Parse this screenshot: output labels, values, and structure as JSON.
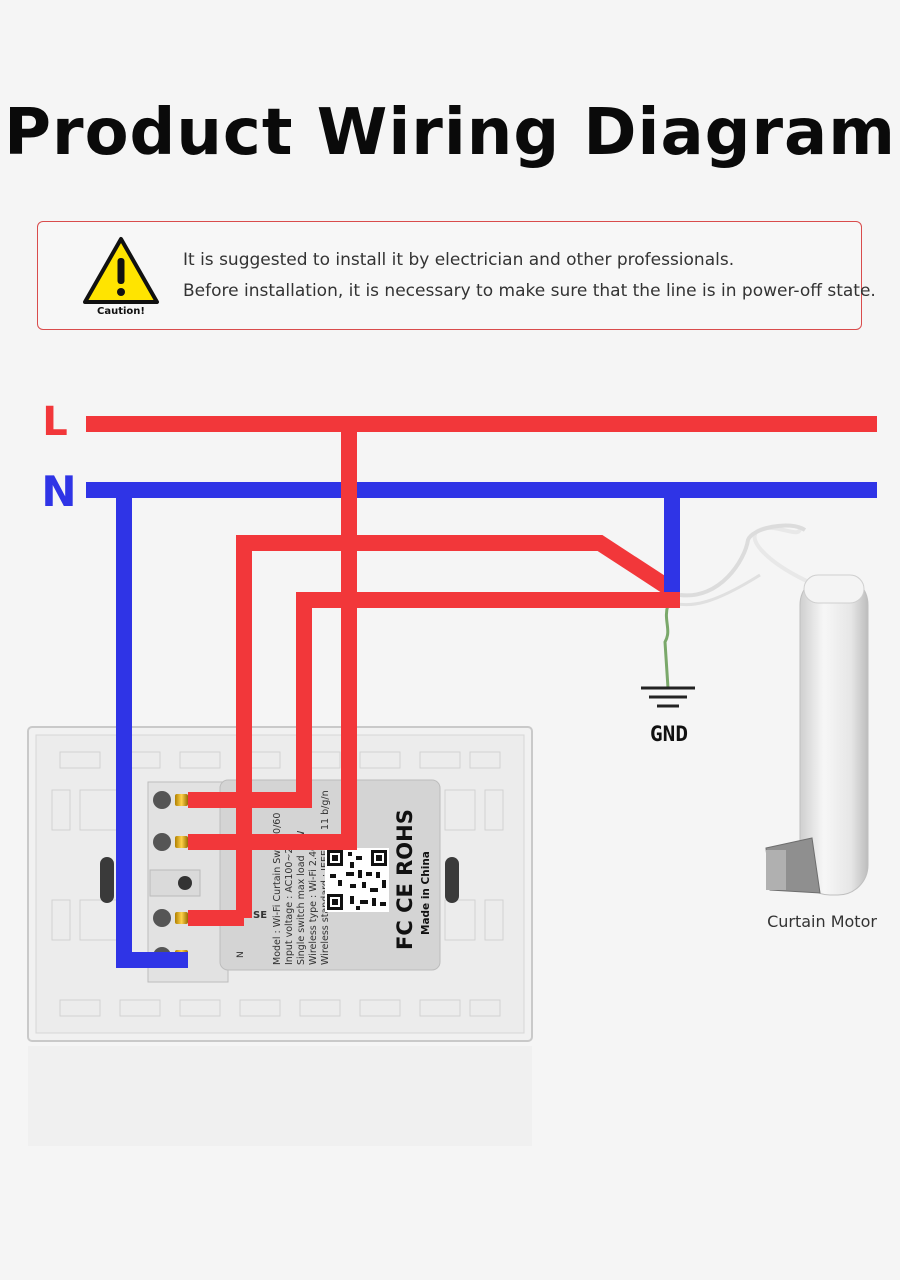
{
  "title": "Product Wiring Diagram",
  "caution": {
    "label": "Caution!",
    "lines": [
      "It is suggested to install it by electrician and other professionals.",
      "Before installation, it is necessary to make sure that the line is in power-off state."
    ]
  },
  "wires": {
    "live_label": "L",
    "neutral_label": "N",
    "ground_label": "GND",
    "live_color": "#f2373a",
    "neutral_color": "#2f34e6"
  },
  "motor_label": "Curtain Motor",
  "switch_label": {
    "terminal_label_se": "SE",
    "terminal_label_n": "N",
    "spec_lines": [
      "Model : Wi-Fi Curtain Swi",
      "Input voltage : AC100~24",
      "Single switch max load",
      "Wireless type : Wi-Fi 2.4G",
      "Wireless standard : IEEE"
    ],
    "spec_tail": [
      "50/60",
      "W",
      "11 b/g/n"
    ],
    "cert_logos": "FC CE ROHS",
    "made_in": "Made in China"
  }
}
